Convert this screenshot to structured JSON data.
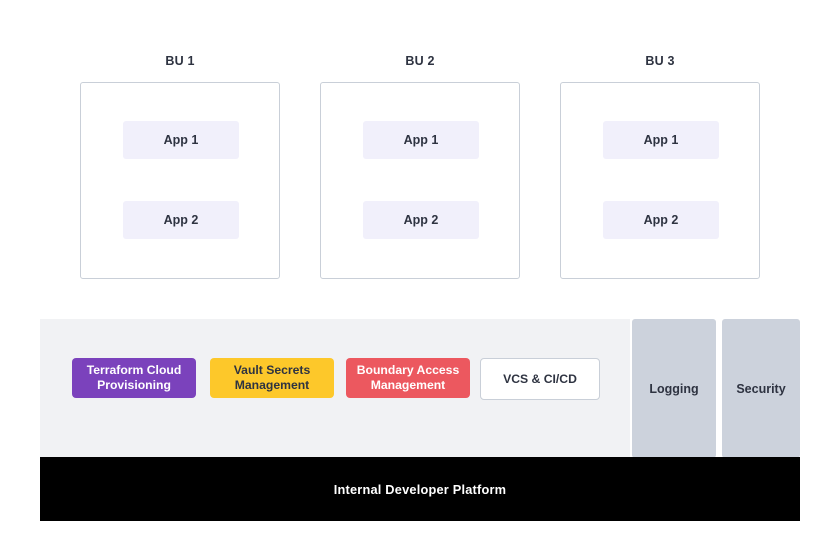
{
  "diagram": {
    "business_units": [
      {
        "label": "BU 1",
        "apps": [
          {
            "label": "App 1"
          },
          {
            "label": "App 2"
          }
        ]
      },
      {
        "label": "BU 2",
        "apps": [
          {
            "label": "App 1"
          },
          {
            "label": "App 2"
          }
        ]
      },
      {
        "label": "BU 3",
        "apps": [
          {
            "label": "App 1"
          },
          {
            "label": "App 2"
          }
        ]
      }
    ],
    "platform": {
      "capabilities": [
        {
          "label": "Terraform Cloud\nProvisioning",
          "color": "#7b42bc",
          "text_color": "#ffffff"
        },
        {
          "label": "Vault Secrets\nManagement",
          "color": "#fdc82a",
          "text_color": "#2e3341"
        },
        {
          "label": "Boundary Access\nManagement",
          "color": "#ec585f",
          "text_color": "#ffffff"
        },
        {
          "label": "VCS & CI/CD",
          "color": "#ffffff",
          "text_color": "#2e3341"
        }
      ],
      "side_columns": [
        {
          "label": "Logging",
          "color": "#ccd2dc"
        },
        {
          "label": "Security",
          "color": "#ccd2dc"
        }
      ],
      "panel_color": "#f1f2f4"
    },
    "footer": {
      "label": "Internal Developer Platform",
      "background": "#000000",
      "text_color": "#ffffff"
    },
    "theme": {
      "app_box_color": "#f1f0fb",
      "bu_border_color": "#c9cfd8",
      "text_color": "#2e3341",
      "background": "#ffffff"
    }
  }
}
